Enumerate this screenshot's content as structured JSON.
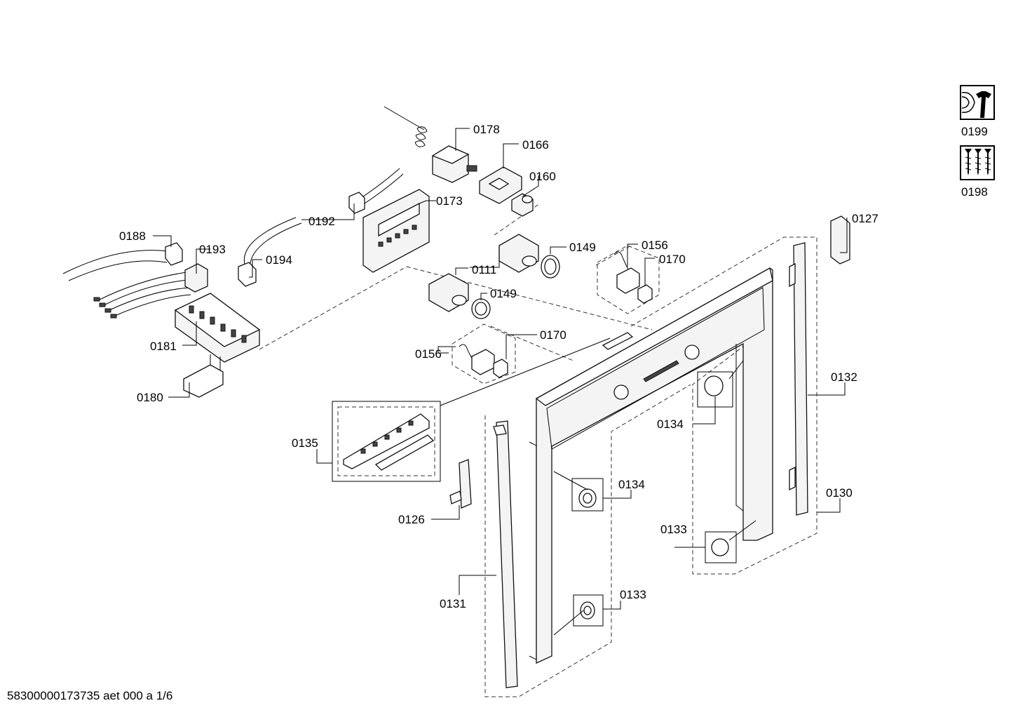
{
  "parts": [
    {
      "id": "p0178",
      "number": "0178"
    },
    {
      "id": "p0166",
      "number": "0166"
    },
    {
      "id": "p0160",
      "number": "0160"
    },
    {
      "id": "p0173",
      "number": "0173"
    },
    {
      "id": "p0192",
      "number": "0192"
    },
    {
      "id": "p0188",
      "number": "0188"
    },
    {
      "id": "p0193",
      "number": "0193"
    },
    {
      "id": "p0194",
      "number": "0194"
    },
    {
      "id": "p0149a",
      "number": "0149"
    },
    {
      "id": "p0156a",
      "number": "0156"
    },
    {
      "id": "p0170a",
      "number": "0170"
    },
    {
      "id": "p0111",
      "number": "0111"
    },
    {
      "id": "p0149b",
      "number": "0149"
    },
    {
      "id": "p0170b",
      "number": "0170"
    },
    {
      "id": "p0156b",
      "number": "0156"
    },
    {
      "id": "p0181",
      "number": "0181"
    },
    {
      "id": "p0180",
      "number": "0180"
    },
    {
      "id": "p0127",
      "number": "0127"
    },
    {
      "id": "p0132",
      "number": "0132"
    },
    {
      "id": "p0134a",
      "number": "0134"
    },
    {
      "id": "p0135",
      "number": "0135"
    },
    {
      "id": "p0134b",
      "number": "0134"
    },
    {
      "id": "p0130",
      "number": "0130"
    },
    {
      "id": "p0133a",
      "number": "0133"
    },
    {
      "id": "p0126",
      "number": "0126"
    },
    {
      "id": "p0133b",
      "number": "0133"
    },
    {
      "id": "p0131",
      "number": "0131"
    }
  ],
  "legend": [
    {
      "id": "l0199",
      "number": "0199",
      "icon": "wrench-icon"
    },
    {
      "id": "l0198",
      "number": "0198",
      "icon": "screws-icon"
    }
  ],
  "footer": {
    "text": "58300000173735 aet 000 a 1/6"
  }
}
